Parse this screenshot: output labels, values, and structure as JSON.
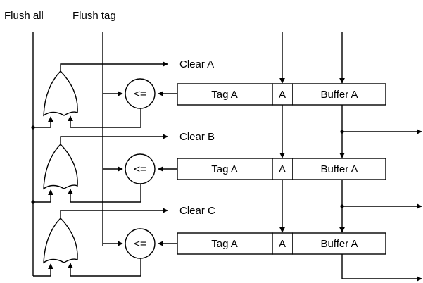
{
  "inputs": {
    "flush_all": "Flush all",
    "flush_tag": "Flush tag"
  },
  "rows": [
    {
      "clear_label": "Clear A",
      "compare": "<=",
      "tag": "Tag A",
      "flag": "A",
      "buffer": "Buffer A"
    },
    {
      "clear_label": "Clear B",
      "compare": "<=",
      "tag": "Tag A",
      "flag": "A",
      "buffer": "Buffer A"
    },
    {
      "clear_label": "Clear C",
      "compare": "<=",
      "tag": "Tag A",
      "flag": "A",
      "buffer": "Buffer A"
    }
  ]
}
